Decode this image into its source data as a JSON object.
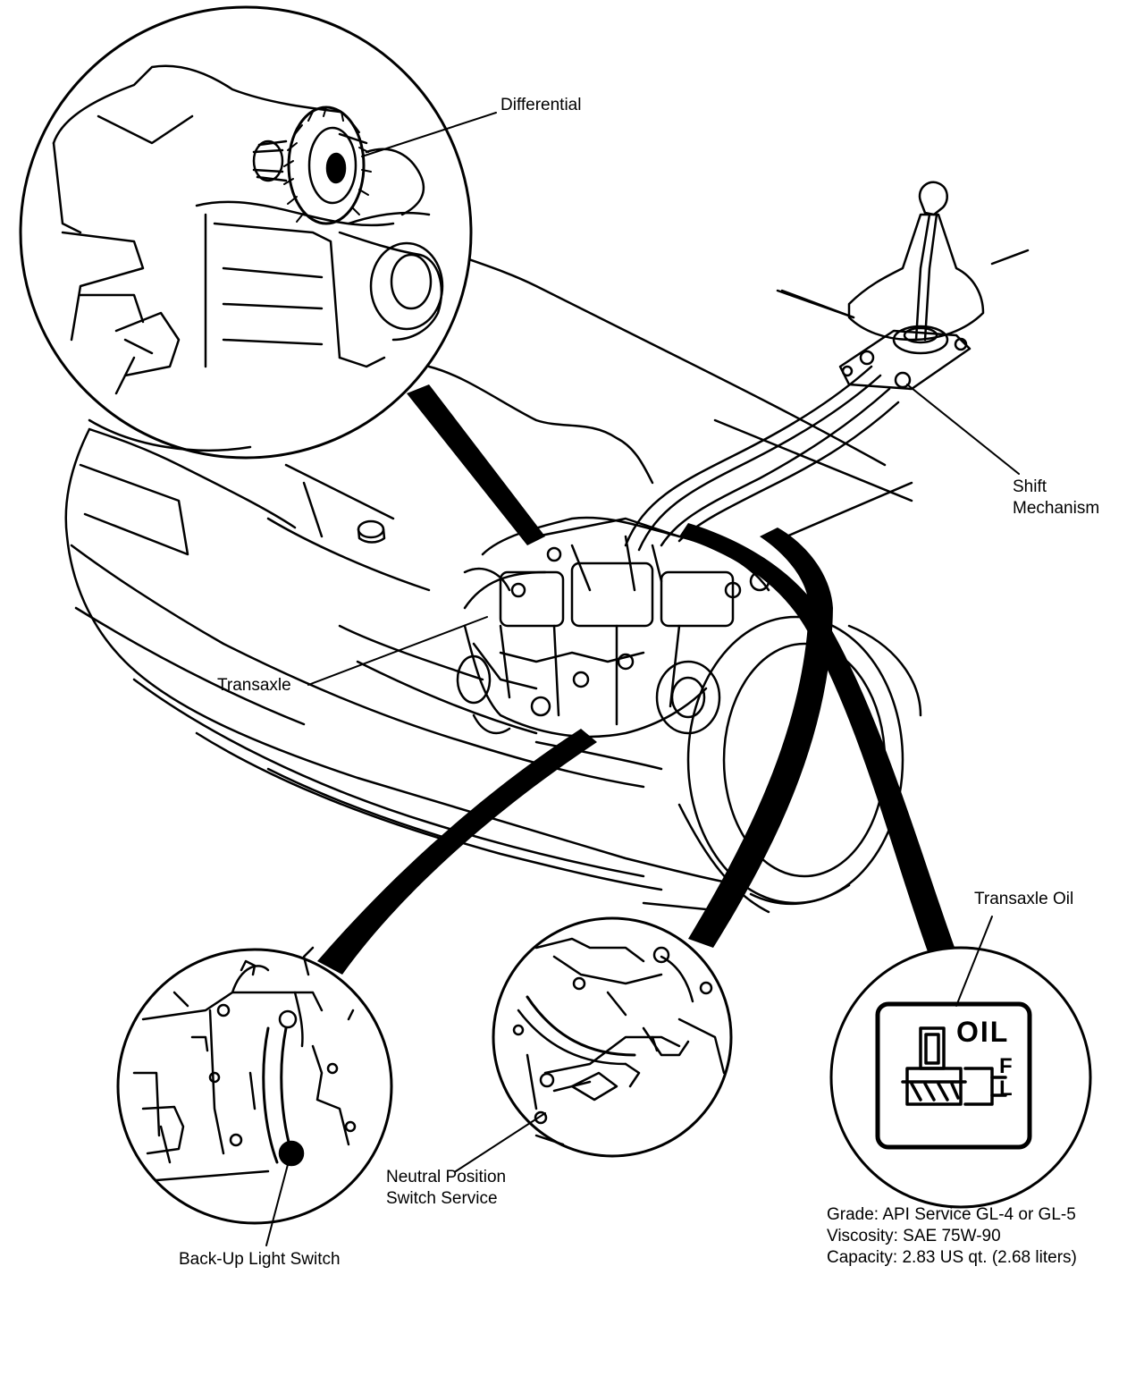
{
  "labels": {
    "differential": "Differential",
    "shift_line1": "Shift",
    "shift_line2": "Mechanism",
    "transaxle": "Transaxle",
    "transaxle_oil": "Transaxle Oil",
    "neutral_line1": "Neutral Position",
    "neutral_line2": "Switch Service",
    "backup": "Back-Up Light Switch"
  },
  "oil_icon": {
    "word": "OIL",
    "f_mark": "F",
    "l_mark": "L"
  },
  "spec": {
    "grade": "Grade:  API Service GL-4 or GL-5",
    "viscosity": "Viscosity: SAE 75W-90",
    "capacity": "Capacity: 2.83 US qt. (2.68 liters)"
  },
  "colors": {
    "ink": "#000000",
    "paper": "#ffffff"
  }
}
